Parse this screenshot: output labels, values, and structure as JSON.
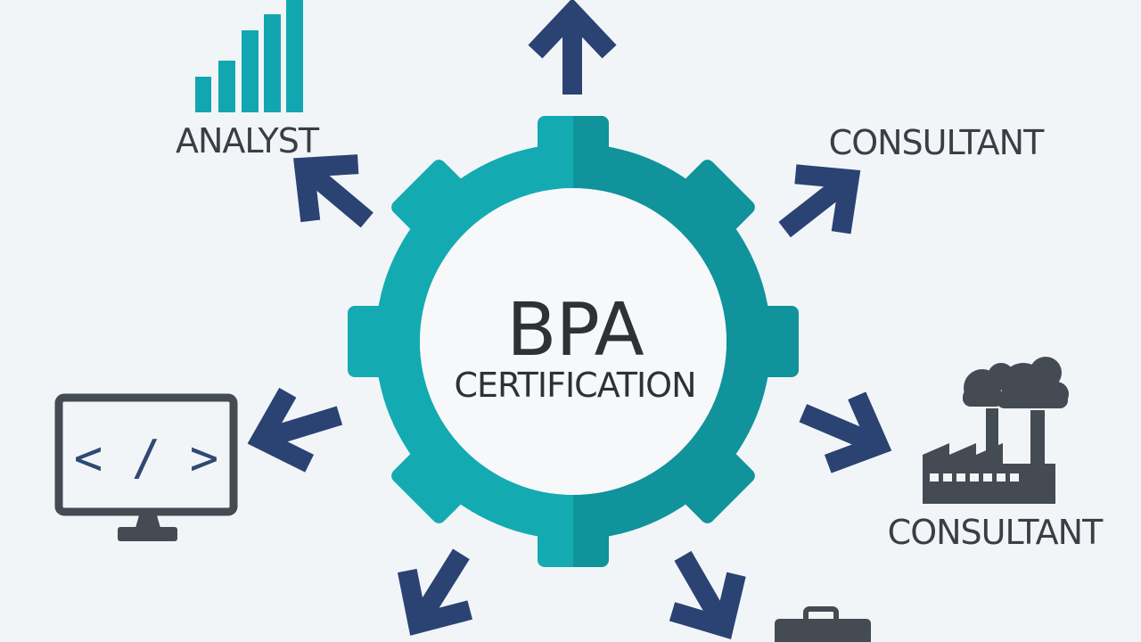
{
  "center": {
    "title": "BPA",
    "subtitle": "CERTIFICATION"
  },
  "roles": {
    "analyst": "ANALYST",
    "consultant_top": "CONSULTANT",
    "consultant_factory": "CONSULTANT"
  },
  "code_symbol": "< / >",
  "colors": {
    "gear_light": "#14aab2",
    "gear_dark": "#10939b",
    "arrow": "#2a4373",
    "icon": "#454b52",
    "background": "#f2f5f8"
  },
  "icons": {
    "analyst": "bar-chart-icon",
    "developer": "code-monitor-icon",
    "industry": "factory-icon",
    "business": "briefcase-icon"
  }
}
